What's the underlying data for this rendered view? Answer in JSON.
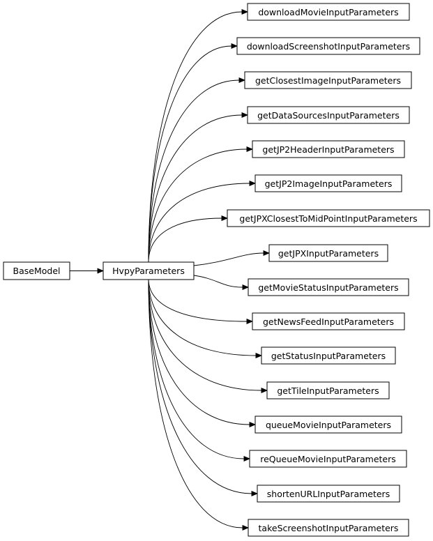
{
  "diagram": {
    "root": "BaseModel",
    "parent": "HvpyParameters",
    "children": [
      "downloadMovieInputParameters",
      "downloadScreenshotInputParameters",
      "getClosestImageInputParameters",
      "getDataSourcesInputParameters",
      "getJP2HeaderInputParameters",
      "getJP2ImageInputParameters",
      "getJPXClosestToMidPointInputParameters",
      "getJPXInputParameters",
      "getMovieStatusInputParameters",
      "getNewsFeedInputParameters",
      "getStatusInputParameters",
      "getTileInputParameters",
      "queueMovieInputParameters",
      "reQueueMovieInputParameters",
      "shortenURLInputParameters",
      "takeScreenshotInputParameters"
    ]
  }
}
